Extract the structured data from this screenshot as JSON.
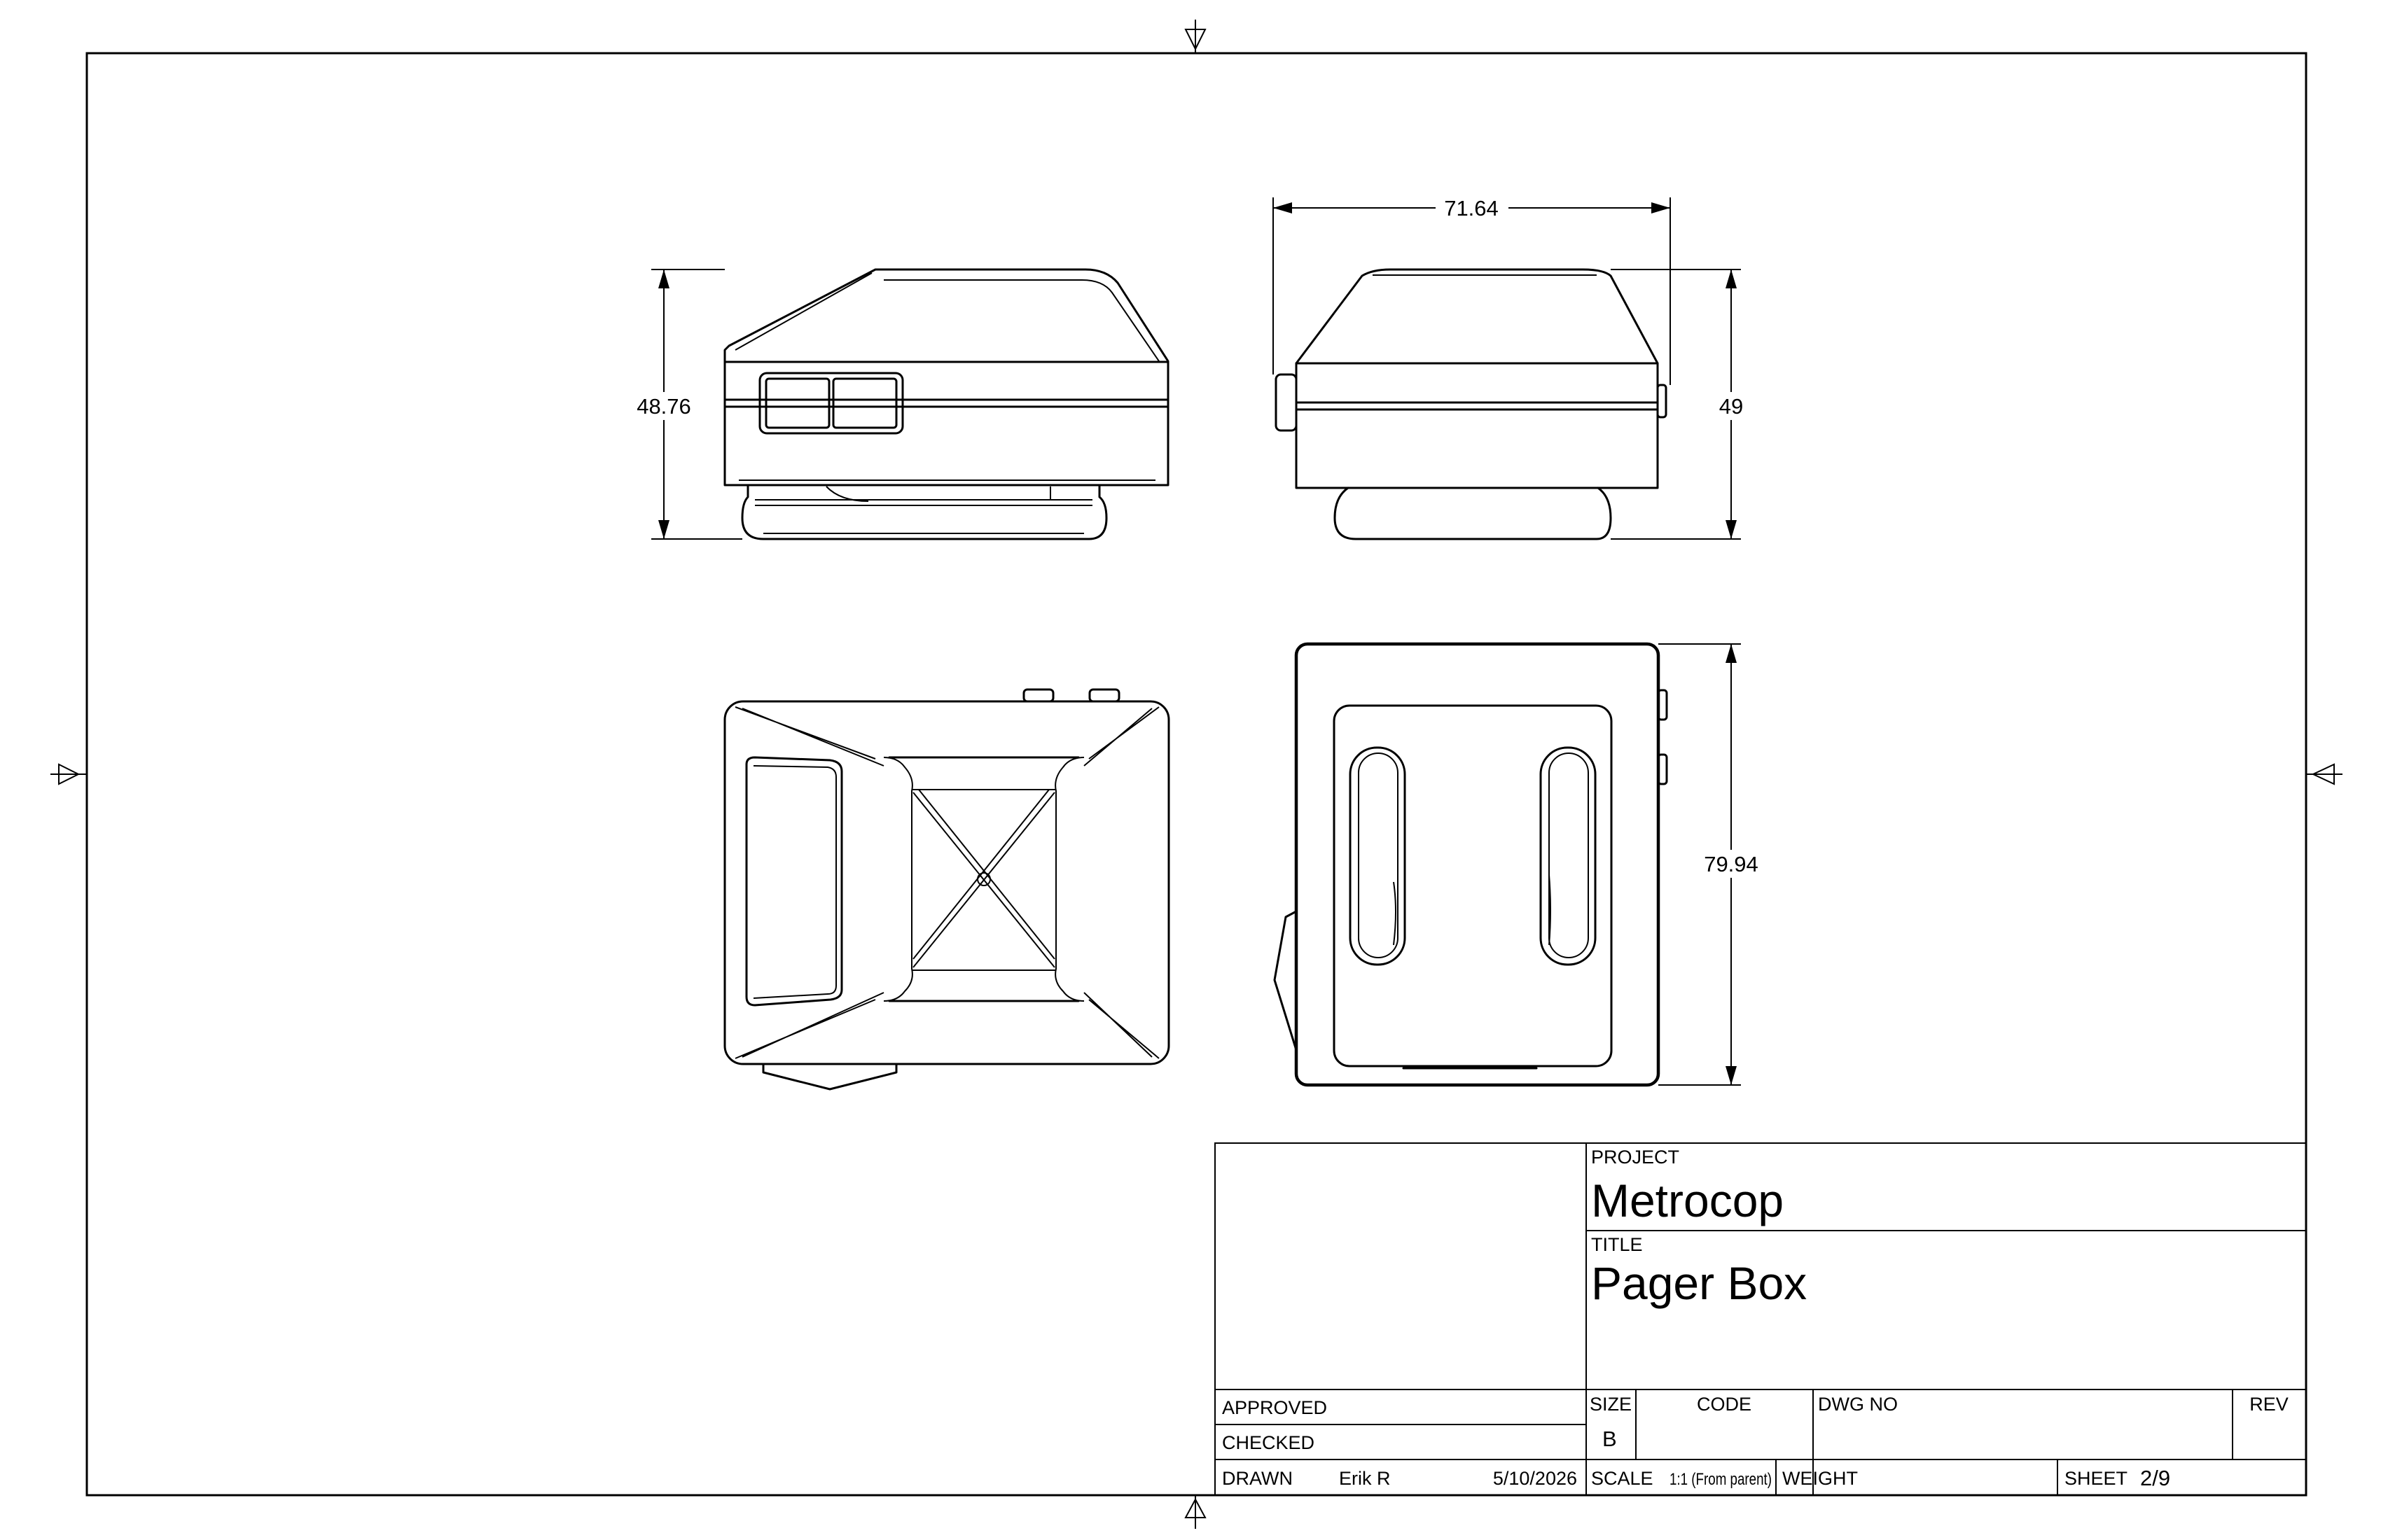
{
  "drawing": {
    "dimensions": {
      "side_height": "48.76",
      "front_width": "71.64",
      "front_height": "49",
      "right_height": "79.94"
    },
    "title_block": {
      "project_label": "PROJECT",
      "project_value": "Metrocop",
      "title_label": "TITLE",
      "title_value": "Pager Box",
      "approved_label": "APPROVED",
      "checked_label": "CHECKED",
      "drawn_label": "DRAWN",
      "drawn_by": "Erik R",
      "drawn_date": "5/10/2026",
      "size_label": "SIZE",
      "size_value": "B",
      "code_label": "CODE",
      "dwg_no_label": "DWG NO",
      "rev_label": "REV",
      "scale_label": "SCALE",
      "scale_value": "1:1 (From parent)",
      "weight_label": "WEIGHT",
      "sheet_label": "SHEET",
      "sheet_value": "2/9"
    }
  }
}
